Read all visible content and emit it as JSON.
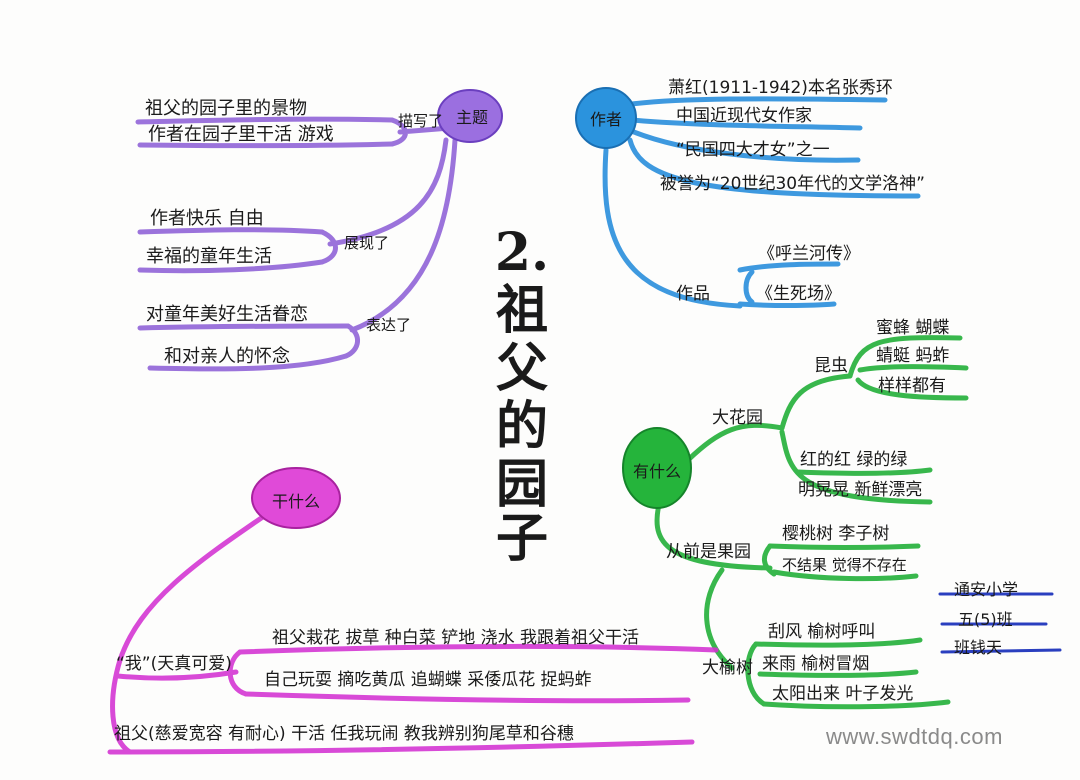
{
  "title": {
    "number": "2.",
    "chars": [
      "祖",
      "父",
      "的",
      "园",
      "子"
    ]
  },
  "theme": {
    "center": "主题",
    "branches": [
      {
        "label": "描写了",
        "leaves": [
          "祖父的园子里的景物",
          "作者在园子里干活 游戏"
        ]
      },
      {
        "label": "展现了",
        "leaves": [
          "作者快乐  自由",
          "幸福的童年生活"
        ]
      },
      {
        "label": "表达了",
        "leaves": [
          "对童年美好生活眷恋",
          "和对亲人的怀念"
        ]
      }
    ]
  },
  "author": {
    "center": "作者",
    "facts": [
      "萧红(1911-1942)本名张秀环",
      "中国近现代女作家",
      "“民国四大才女”之一",
      "被誉为“20世纪30年代的文学洛神”"
    ],
    "works_label": "作品",
    "works": [
      "《呼兰河传》",
      "《生死场》"
    ]
  },
  "what": {
    "center": "有什么",
    "big_garden": {
      "label": "大花园",
      "insects": {
        "label": "昆虫",
        "items": [
          "蜜蜂 蝴蝶",
          "蜻蜓 蚂蚱",
          "样样都有"
        ]
      },
      "colors": [
        "红的红  绿的绿",
        "明晃晃 新鲜漂亮"
      ]
    },
    "orchard": {
      "label": "从前是果园",
      "items": [
        "樱桃树 李子树",
        "不结果  觉得不存在"
      ]
    },
    "elm": {
      "label": "大榆树",
      "items": [
        "刮风  榆树呼叫",
        "来雨  榆树冒烟",
        "太阳出来  叶子发光"
      ]
    }
  },
  "do": {
    "center": "干什么",
    "me_label": "“我”(天真可爱)",
    "me_items": [
      "祖父栽花  拔草  种白菜  铲地 浇水  我跟着祖父干活",
      "自己玩耍  摘吃黄瓜  追蝴蝶    采倭瓜花  捉蚂蚱"
    ],
    "grandpa": "祖父(慈爱宽容 有耐心)  干活 任我玩闹  教我辨别狗尾草和谷穗"
  },
  "signature": [
    "通安小学",
    "五(5)班",
    "班钱天"
  ],
  "watermark": "www.swdtdq.com",
  "colors": {
    "purple": "#8b5cd6",
    "purple_fill": "#9b6fe0",
    "blue": "#2a8fdc",
    "blue_fill": "#2b93dd",
    "green": "#23b03a",
    "green_fill": "#25b43b",
    "magenta": "#d432d2",
    "magenta_fill": "#e04ad8",
    "signature_line": "#2a3fbf"
  }
}
